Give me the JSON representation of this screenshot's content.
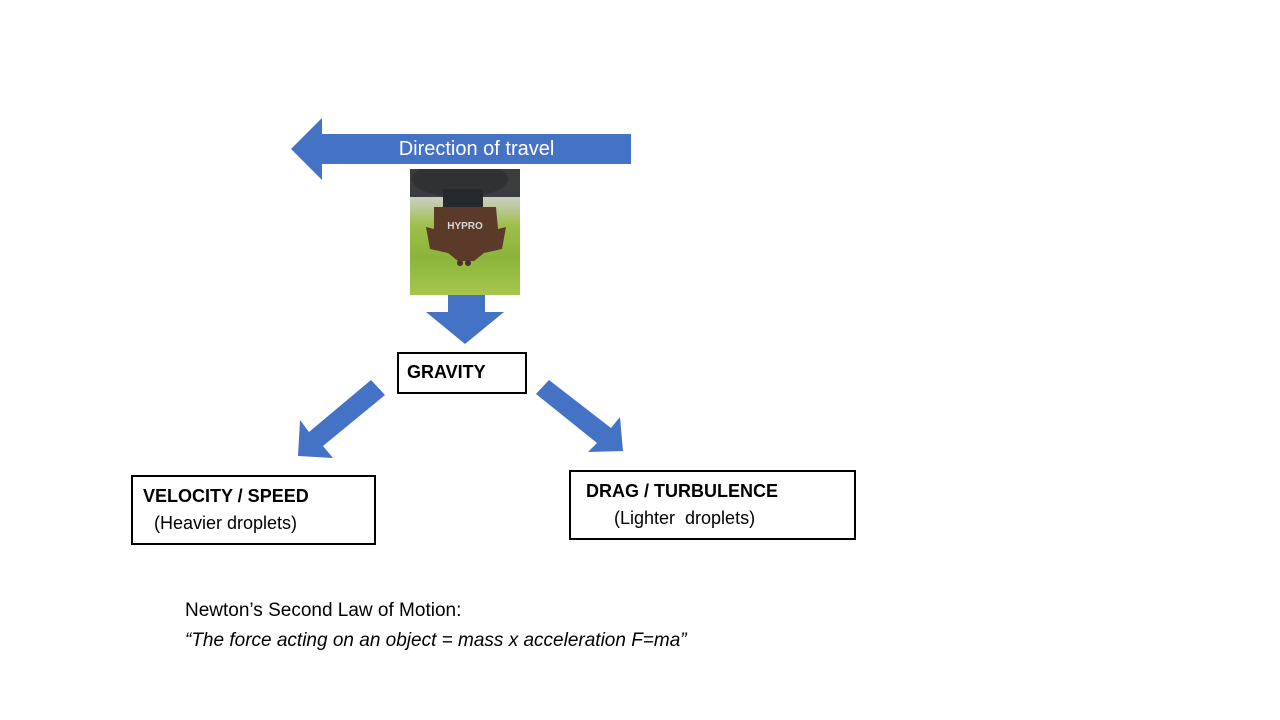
{
  "colors": {
    "arrow": "#4472C4",
    "border": "#000000"
  },
  "direction_arrow": {
    "label": "Direction of travel"
  },
  "photo": {
    "logo_text": "HYPRO"
  },
  "gravity_box": {
    "label": "GRAVITY"
  },
  "velocity_box": {
    "title": "VELOCITY / SPEED",
    "subtitle": "(Heavier droplets)"
  },
  "drag_box": {
    "title": "DRAG / TURBULENCE",
    "subtitle": "(Lighter  droplets)"
  },
  "law": {
    "title": "Newton’s Second Law of Motion:",
    "quote": "“The force acting on an object = mass x acceleration F=ma”"
  }
}
